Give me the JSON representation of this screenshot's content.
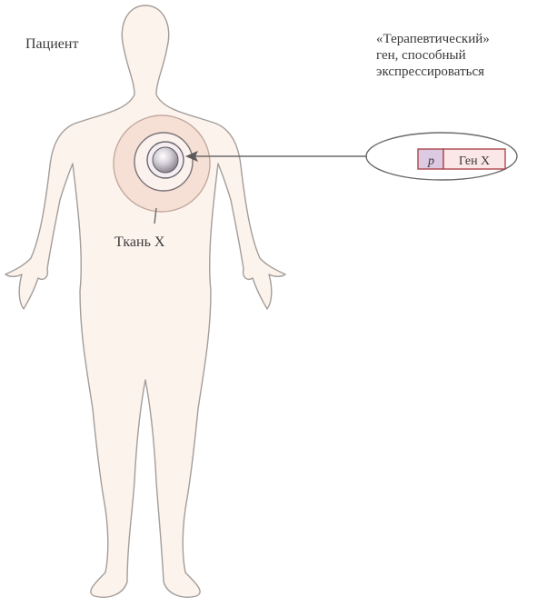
{
  "labels": {
    "patient": "Пациент",
    "therapeutic_gene": [
      "«Терапевтический»",
      "ген, способный",
      "экспрессироваться"
    ],
    "tissue": "Ткань X",
    "promoter": "p",
    "gene": "Ген X"
  },
  "colors": {
    "body_fill": "#fcf3ed",
    "body_outline": "#a39d9a",
    "tissue_fill": "#f6dfd4",
    "tissue_outline": "#c2a99e",
    "middle_ring_fill": "#fbf2ee",
    "cell_sphere": "#b9b1bc",
    "promoter_fill": "#dcc9e2",
    "gene_fill": "#fbe7e7",
    "box_outline": "#ad474e",
    "arrow": "#6a6a6a"
  }
}
